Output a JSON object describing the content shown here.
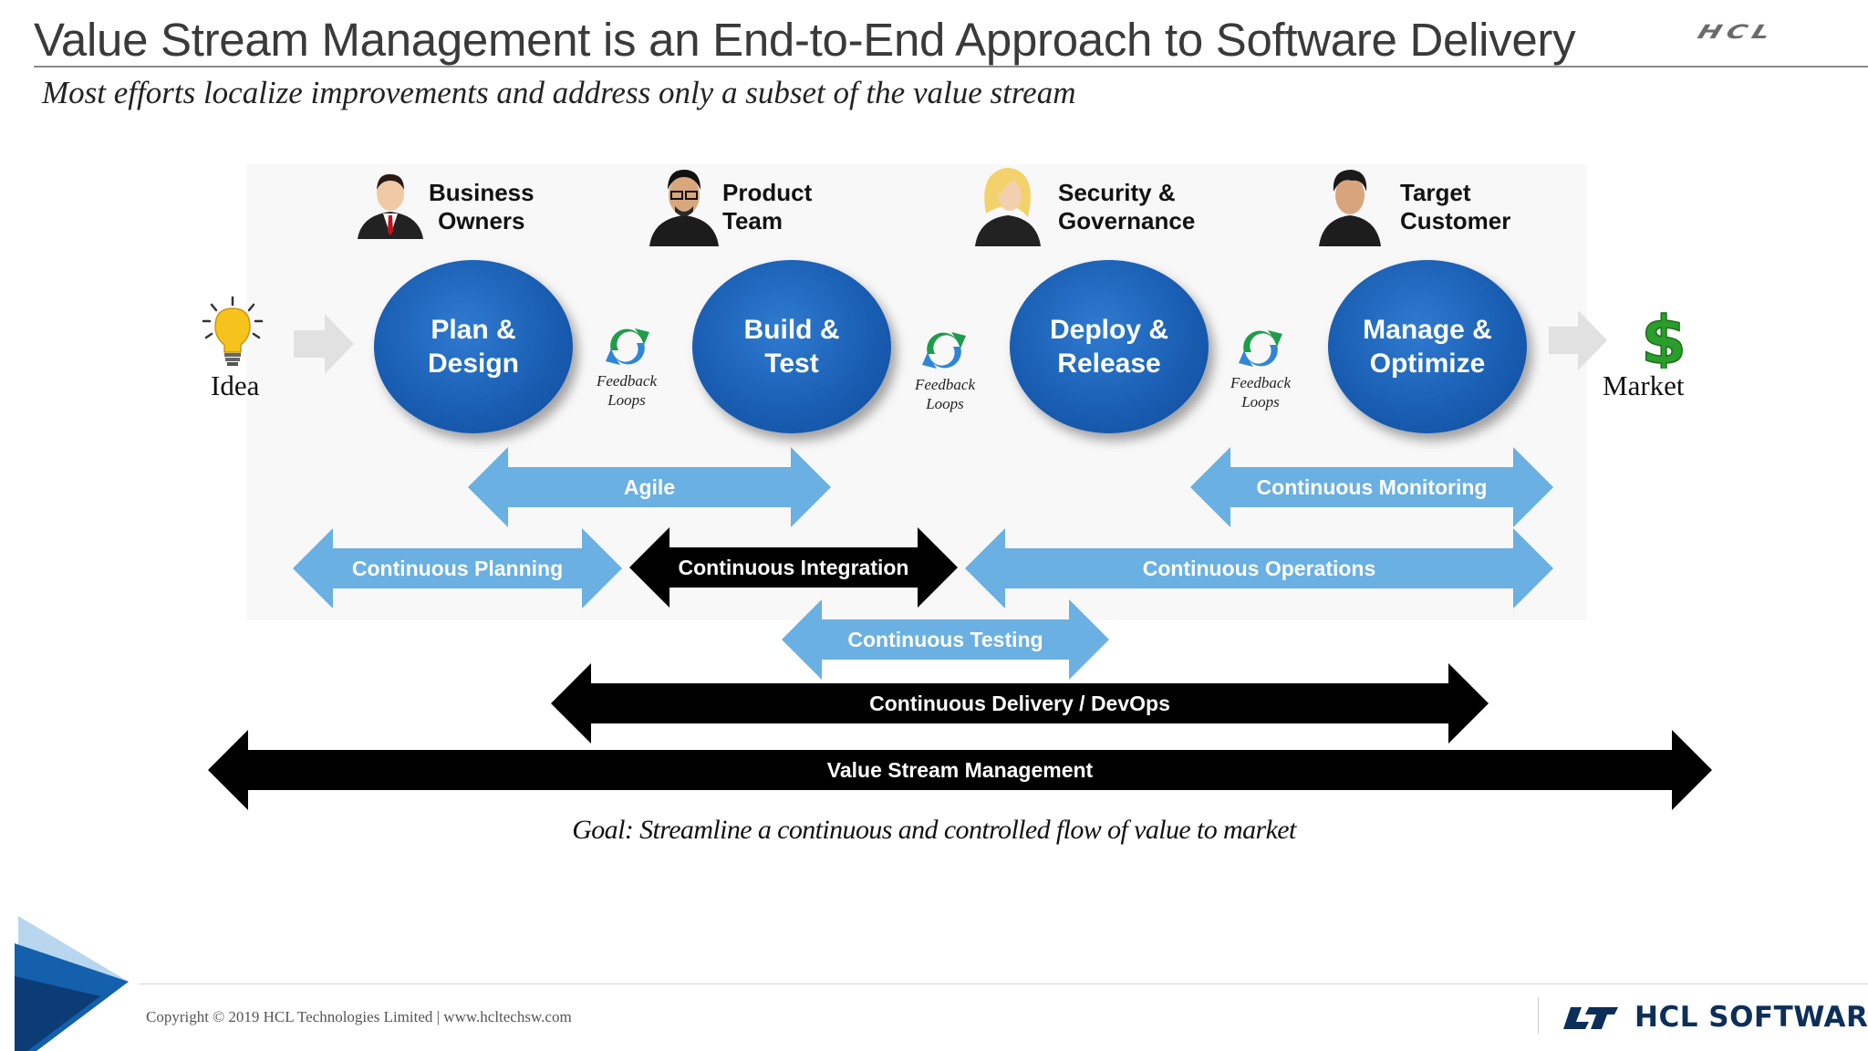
{
  "header": {
    "title": "Value Stream Management is an End-to-End Approach to Software Delivery",
    "logo_text": "HCL",
    "subtitle": "Most efforts localize improvements and address only a subset of the value stream"
  },
  "flow": {
    "start_label": "Idea",
    "end_label": "Market",
    "roles": [
      {
        "line1": "Business",
        "line2": "Owners",
        "icon": "businessman-avatar-icon"
      },
      {
        "line1": "Product",
        "line2": "Team",
        "icon": "developer-avatar-icon"
      },
      {
        "line1": "Security &",
        "line2": "Governance",
        "icon": "woman-avatar-icon"
      },
      {
        "line1": "Target",
        "line2": "Customer",
        "icon": "customer-avatar-icon"
      }
    ],
    "stages": [
      {
        "line1": "Plan &",
        "line2": "Design"
      },
      {
        "line1": "Build &",
        "line2": "Test"
      },
      {
        "line1": "Deploy &",
        "line2": "Release"
      },
      {
        "line1": "Manage &",
        "line2": "Optimize"
      }
    ],
    "feedback": [
      {
        "line1": "Feedback",
        "line2": "Loops"
      },
      {
        "line1": "Feedback",
        "line2": "Loops"
      },
      {
        "line1": "Feedback",
        "line2": "Loops"
      }
    ]
  },
  "practices": {
    "agile": "Agile",
    "continuous_monitoring": "Continuous Monitoring",
    "continuous_planning": "Continuous Planning",
    "continuous_integration": "Continuous Integration",
    "continuous_operations": "Continuous Operations",
    "continuous_testing": "Continuous Testing",
    "continuous_delivery": "Continuous Delivery / DevOps",
    "value_stream_management": "Value Stream Management"
  },
  "goal": "Goal: Streamline a continuous and controlled flow of value to market",
  "colors": {
    "stage_blue": "#1a5fb4",
    "light_blue_arrow": "#6ab0e2",
    "black_arrow": "#000000",
    "feedback_green": "#1f9c4a",
    "dollar_green": "#2a9d2a",
    "bulb_yellow": "#f6c21c"
  },
  "footer": {
    "copyright": "Copyright © 2019 HCL Technologies Limited  |  www.hcltechsw.com",
    "brand": "HCL SOFTWARE"
  }
}
